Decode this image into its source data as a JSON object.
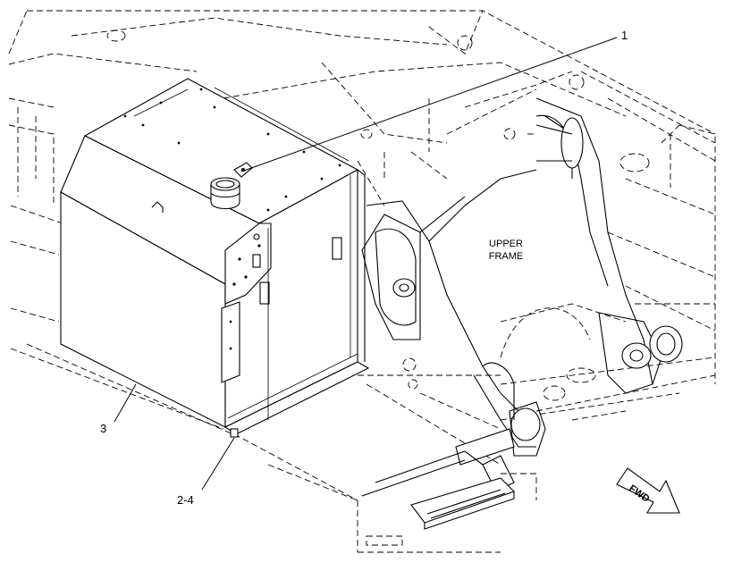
{
  "callouts": {
    "c1": "1",
    "c3": "3",
    "c24": "2-4"
  },
  "frame_label": {
    "line1": "UPPER",
    "line2": "FRAME"
  },
  "fwd_arrow": {
    "label": "FWD",
    "icon": "fwd-arrow-icon"
  }
}
